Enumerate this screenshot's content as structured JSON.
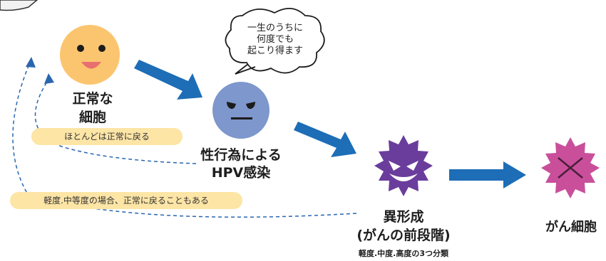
{
  "diagram": {
    "normal_cell_label_line1": "正常な",
    "normal_cell_label_line2": "細胞",
    "hpv_label_line1": "性行為による",
    "hpv_label_line2": "HPV感染",
    "speech_bubble_line1": "一生のうちに",
    "speech_bubble_line2": "何度でも",
    "speech_bubble_line3": "起こり得ます",
    "return_note_mostly": "ほとんどは正常に戻る",
    "return_note_mild": "軽度.中等度の場合、正常に戻ることもある",
    "dysplasia_label_line1": "異形成",
    "dysplasia_label_line2": "(がんの前段階)",
    "dysplasia_grades": "軽度.中度.高度の3つ分類",
    "cancer_label": "がん細胞"
  },
  "colors": {
    "normal_cell": "#fbc570",
    "hpv_cell": "#7e97cc",
    "dysplasia_cell": "#6a3d9c",
    "cancer_cell": "#c94f9b",
    "arrow": "#1d6db7",
    "dashed_line": "#2a66b0",
    "note_background": "#fde5a6"
  }
}
